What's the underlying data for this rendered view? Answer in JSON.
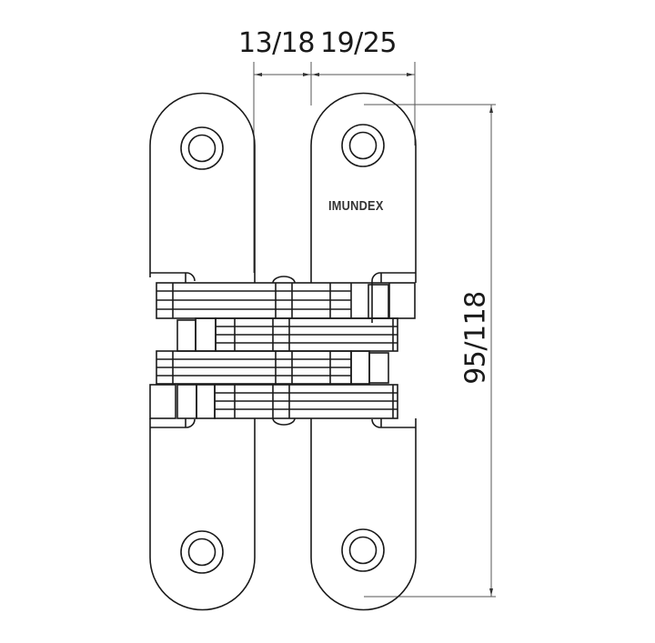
{
  "diagram": {
    "subject": "concealed hinge technical drawing",
    "brand_label": "IMUNDEX",
    "dimensions": {
      "width_left": "13/18",
      "width_right": "19/25",
      "height": "95/118"
    },
    "colors": {
      "line": "#1a1a1a",
      "dimension_line": "#555555",
      "background": "#ffffff"
    }
  }
}
